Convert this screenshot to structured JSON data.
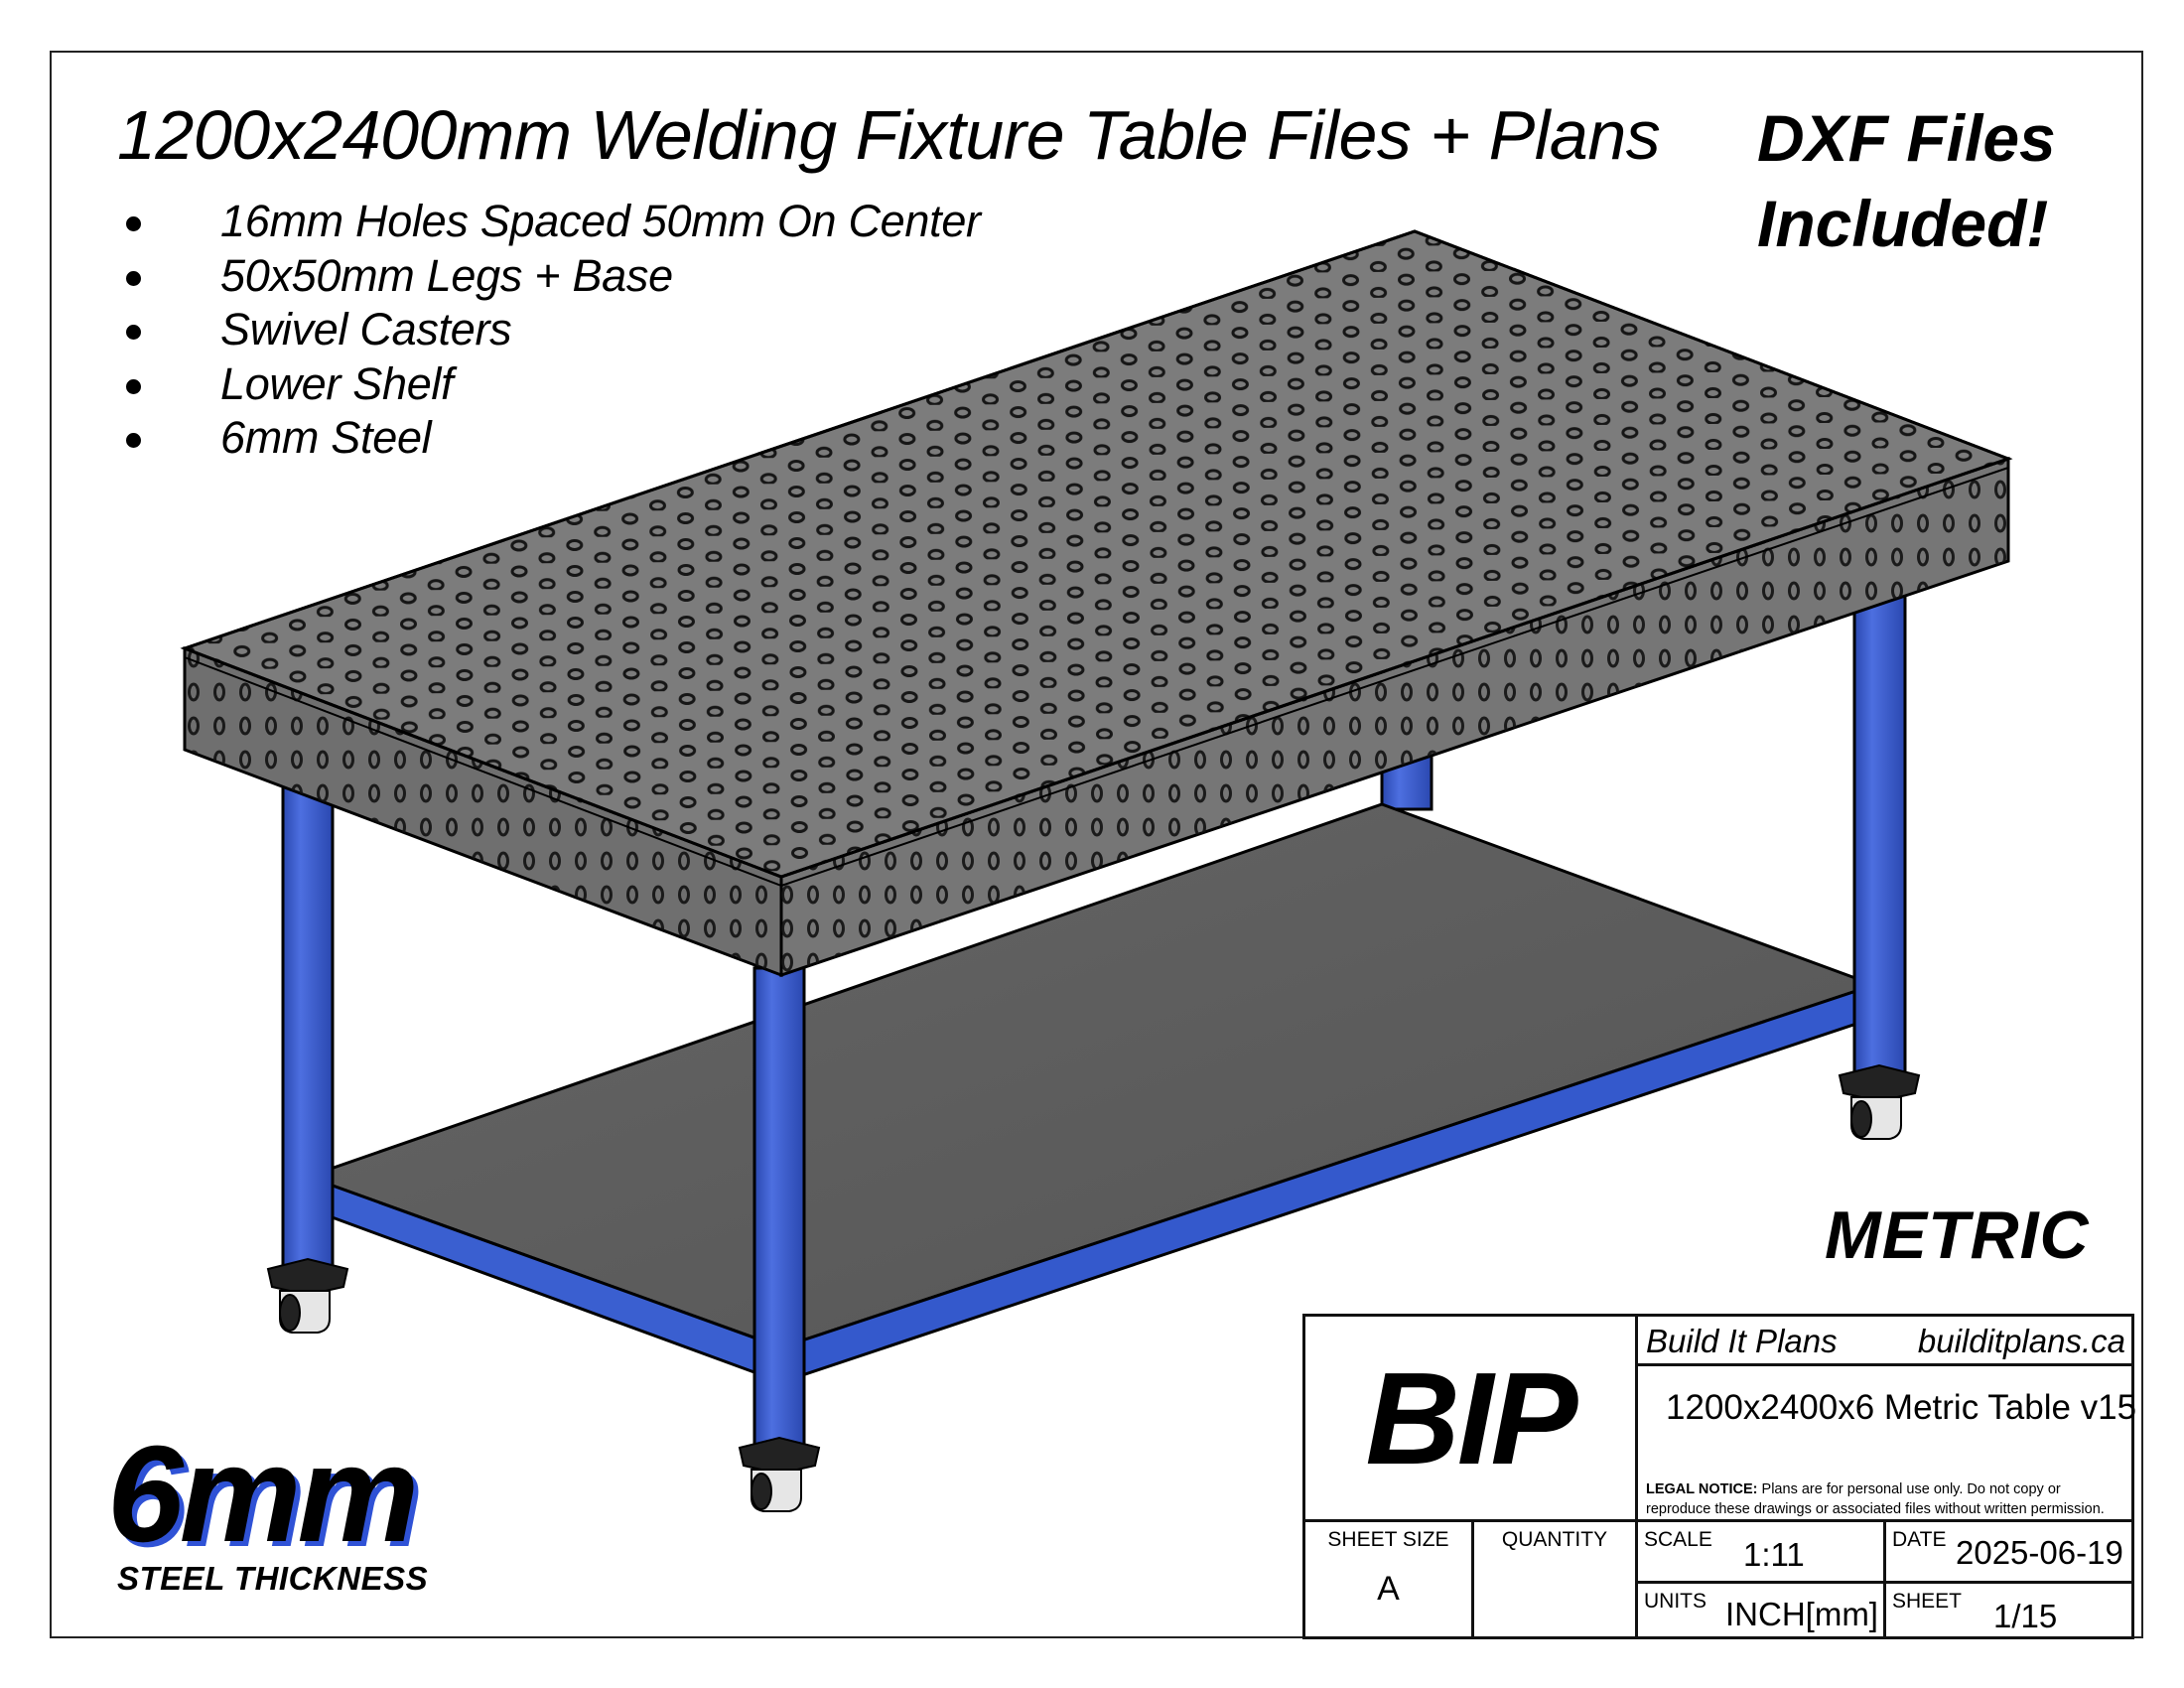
{
  "header": {
    "title": "1200x2400mm Welding Fixture Table Files + Plans",
    "callout_line1": "DXF Files",
    "callout_line2": "Included!"
  },
  "features": [
    "16mm Holes Spaced 50mm On Center",
    "50x50mm Legs + Base",
    "Swivel Casters",
    "Lower Shelf",
    "6mm Steel"
  ],
  "badges": {
    "units_system": "METRIC",
    "thickness_value": "6mm",
    "thickness_label": "STEEL THICKNESS"
  },
  "illustration": {
    "subject": "welding fixture table isometric render",
    "colors": {
      "tabletop": "#7c7c7c",
      "tabletop_side": "#6e6e6e",
      "holes": "#111111",
      "frame_blue": "#3a5fd0",
      "frame_blue_dark": "#2a48b0",
      "shelf": "#5a5a5a",
      "caster_body": "#e6e6e6",
      "caster_wheel": "#222222",
      "outline": "#000000"
    }
  },
  "title_block": {
    "logo": "BIP",
    "company": "Build It Plans",
    "website": "builditplans.ca",
    "drawing_name": "1200x2400x6 Metric Table v15",
    "legal_label": "LEGAL NOTICE:",
    "legal_text_1": " Plans are for personal use only. Do not copy or",
    "legal_text_2": "reproduce these drawings or associated files without written permission.",
    "sheet_size_label": "SHEET SIZE",
    "sheet_size_value": "A",
    "quantity_label": "QUANTITY",
    "quantity_value": "",
    "scale_label": "SCALE",
    "scale_value": "1:11",
    "date_label": "DATE",
    "date_value": "2025-06-19",
    "units_label": "UNITS",
    "units_value": "INCH[mm]",
    "sheet_label": "SHEET",
    "sheet_value": "1/15"
  }
}
